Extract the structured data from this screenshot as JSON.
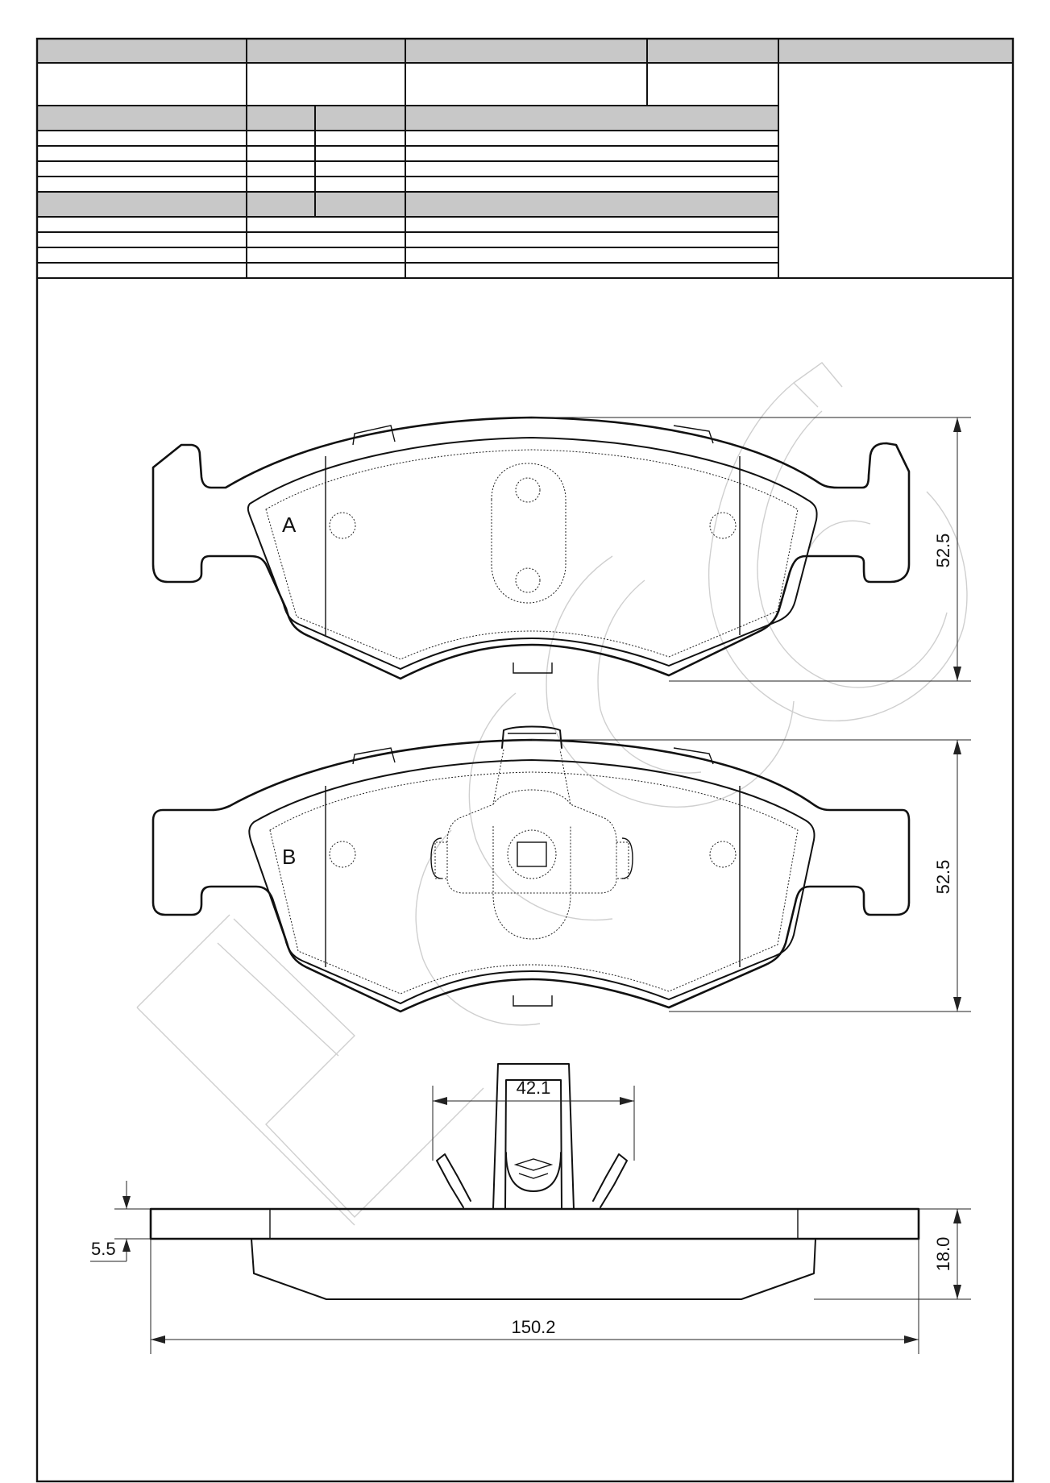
{
  "drawing": {
    "pad_a_label": "A",
    "pad_b_label": "B",
    "dimensions": {
      "height_a": "52.5",
      "height_b": "52.5",
      "clip_width": "42.1",
      "backplate": "5.5",
      "thickness": "18.0",
      "length": "150.2"
    }
  }
}
